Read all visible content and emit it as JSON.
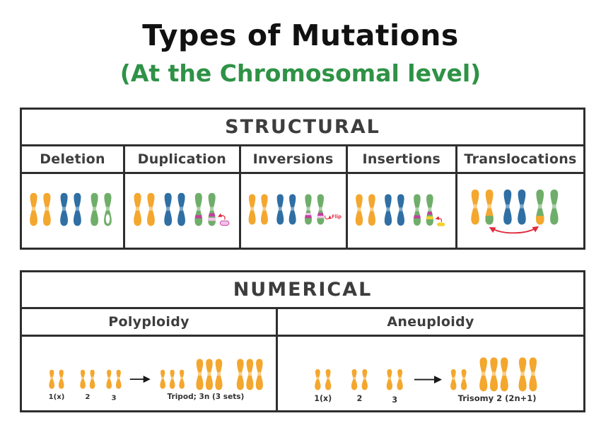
{
  "title": "Types of Mutations",
  "subtitle": "(At the Chromosomal level)",
  "structural": {
    "header": "STRUCTURAL",
    "columns": [
      "Deletion",
      "Duplication",
      "Inversions",
      "Insertions",
      "Translocations"
    ],
    "flip_label": "Flip"
  },
  "numerical": {
    "header": "NUMERICAL",
    "columns": [
      "Polyploidy",
      "Aneuploidy"
    ],
    "polyploidy": {
      "set_labels": [
        "1(x)",
        "2",
        "3"
      ],
      "result_label": "Tripod; 3n (3 sets)"
    },
    "aneuploidy": {
      "set_labels": [
        "1(x)",
        "2",
        "3"
      ],
      "result_label": "Trisomy 2 (2n+1)"
    }
  },
  "colors": {
    "ink": "#2e2e2e",
    "text": "#3d3d3d",
    "title_green": "#2f9246",
    "orange": "#f4a72e",
    "orange_light": "#f9cd85",
    "blue": "#2f6fa4",
    "blue_light": "#7ba7c9",
    "green": "#6fae6a",
    "green_light": "#abcfa7",
    "magenta": "#c33f9f",
    "pink": "#f2c3ea",
    "yellow": "#f2d12e",
    "red": "#e02a3c",
    "flip_red": "#e8304a"
  }
}
